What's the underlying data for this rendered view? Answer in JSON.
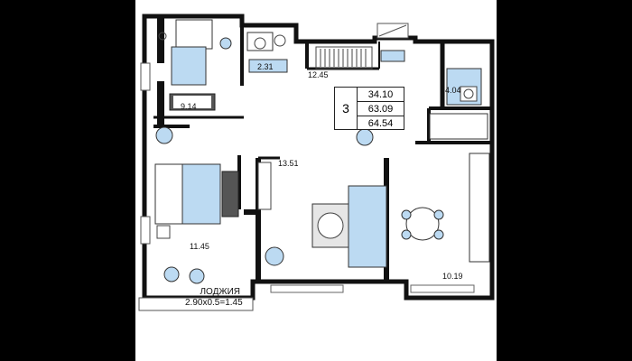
{
  "plan": {
    "rooms_count": "3",
    "area_living": "34.10",
    "area_total": "63.09",
    "area_total_with_loggia": "64.54",
    "rooms": {
      "bedroom_small": "9.14",
      "bathroom_small": "2.31",
      "hallway": "12.45",
      "bathroom": "4.04",
      "living_room": "13.51",
      "bedroom_large": "11.45",
      "kitchen": "10.19"
    },
    "loggia_label": "ЛОДЖИЯ",
    "loggia_dims": "2.90x0.5=1.45"
  },
  "colors": {
    "wall": "#111111",
    "furniture_accent": "#bcdaf2",
    "page_bg": "#000000",
    "plan_bg": "#ffffff"
  }
}
